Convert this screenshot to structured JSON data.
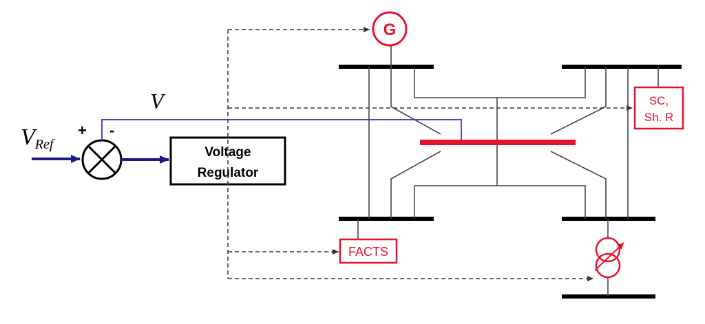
{
  "reference": {
    "symbol": "V",
    "subscript": "Ref"
  },
  "feedback": {
    "symbol": "V"
  },
  "summing_junction": {
    "plus_sign": "+",
    "minus_sign": "-"
  },
  "regulator": {
    "line1": "Voltage",
    "line2": "Regulator"
  },
  "generator": {
    "label": "G"
  },
  "facts": {
    "label": "FACTS"
  },
  "shunt": {
    "line1": "SC,",
    "line2": "Sh. R"
  },
  "colors": {
    "red_accent": "#e8112d",
    "signal_blue": "#1f1a8c",
    "feedback_blue": "#4a46d6",
    "line": "#000000",
    "branch": "#444444"
  }
}
